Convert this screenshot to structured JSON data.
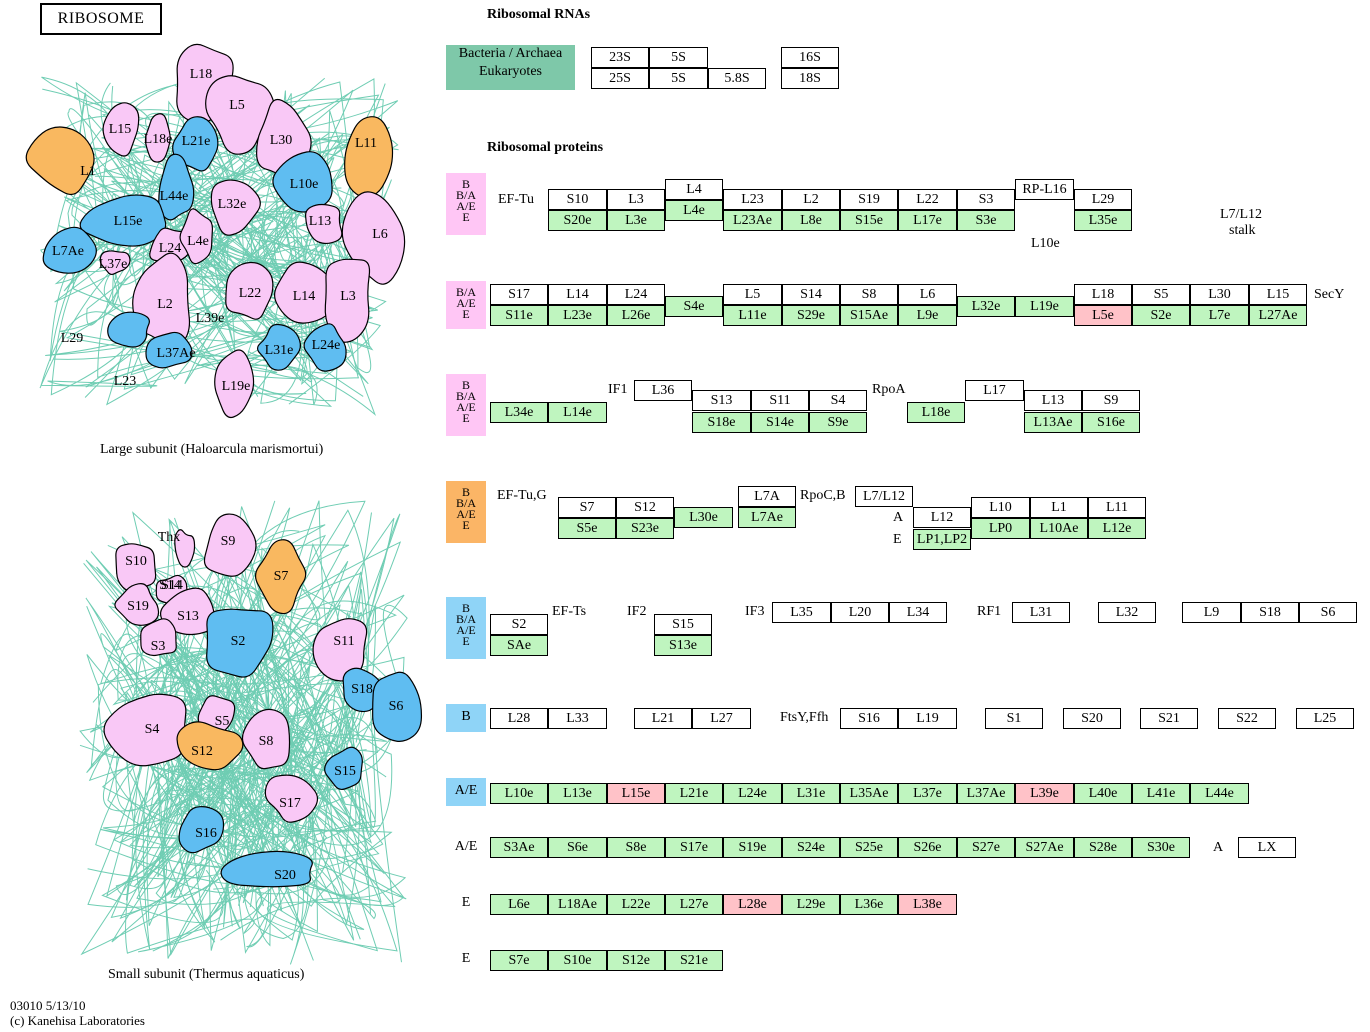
{
  "title": "RIBOSOME",
  "headers": {
    "rnas": "Ribosomal RNAs",
    "proteins": "Ribosomal proteins"
  },
  "rna": {
    "legend_line1": "Bacteria / Archaea",
    "legend_line2": "Eukaryotes",
    "boxes": [
      "23S",
      "5S",
      "16S",
      "25S",
      "5S",
      "5.8S",
      "18S"
    ]
  },
  "diagram": {
    "large_caption": "Large subunit (Haloarcula marismortui)",
    "small_caption": "Small subunit (Thermus aquaticus)",
    "footer_id": "03010 5/13/10",
    "footer_copy": "(c) Kanehisa Laboratories",
    "large_labels": [
      "L18",
      "L5",
      "L15",
      "L18e",
      "L21e",
      "L30",
      "L11",
      "L1",
      "L44e",
      "L32e",
      "L10e",
      "L15e",
      "L13",
      "L7Ae",
      "L37e",
      "L24",
      "L4e",
      "L6",
      "L2",
      "L22",
      "L14",
      "L3",
      "L29",
      "L39e",
      "L31e",
      "L24e",
      "L37Ae",
      "L23",
      "L19e"
    ],
    "small_labels": [
      "S9",
      "Thx",
      "S10",
      "S14",
      "S7",
      "S19",
      "S13",
      "S3",
      "S2",
      "S11",
      "S18",
      "S6",
      "S4",
      "S5",
      "S12",
      "S8",
      "S15",
      "S17",
      "S16",
      "S20"
    ]
  },
  "rowlabels": {
    "r1": [
      "B",
      "B/A",
      "A/E",
      "E"
    ],
    "r2": [
      "B/A",
      "A/E",
      "E"
    ],
    "r3": [
      "B",
      "B/A",
      "A/E",
      "E"
    ],
    "r4": [
      "B",
      "B/A",
      "A/E",
      "E"
    ],
    "r5": [
      "B",
      "B/A",
      "A/E",
      "E"
    ],
    "r6": "B",
    "r7": "A/E",
    "r8": "A/E",
    "r9": "E",
    "r10": "E"
  },
  "texts": [
    "EF-Tu",
    "L10e",
    "L7/L12",
    "stalk",
    "SecY",
    "IF1",
    "RpoA",
    "EF-Tu,G",
    "RpoC,B",
    "A",
    "E",
    "EF-Ts",
    "IF2",
    "IF3",
    "RF1",
    "FtsY,Ffh",
    "A"
  ],
  "proteins": [
    "S10",
    "S20e",
    "L3",
    "L3e",
    "L4",
    "L4e",
    "L23",
    "L23Ae",
    "L2",
    "L8e",
    "S19",
    "S15e",
    "L22",
    "L17e",
    "S3",
    "S3e",
    "RP-L16",
    "L29",
    "L35e",
    "S17",
    "S11e",
    "L14",
    "L23e",
    "L24",
    "L26e",
    "S4e",
    "L5",
    "L11e",
    "S14",
    "S29e",
    "S8",
    "S15Ae",
    "L6",
    "L9e",
    "L32e",
    "L19e",
    "L18",
    "L5e",
    "S5",
    "S2e",
    "L30",
    "L7e",
    "L15",
    "L27Ae",
    "L34e",
    "L14e",
    "L36",
    "S13",
    "S18e",
    "S11",
    "S14e",
    "S4",
    "S9e",
    "L18e",
    "L17",
    "L13",
    "L13Ae",
    "S9",
    "S16e",
    "S7",
    "S5e",
    "S12",
    "S23e",
    "L30e",
    "L7A",
    "L7Ae",
    "L7/L12",
    "L12",
    "LP1,LP2",
    "L10",
    "LP0",
    "L1",
    "L10Ae",
    "L11",
    "L12e",
    "S2",
    "SAe",
    "S15",
    "S13e",
    "L35",
    "L20",
    "L34",
    "L31",
    "L32",
    "L9",
    "S18",
    "S6",
    "L28",
    "L33",
    "L21",
    "L27",
    "S16",
    "L19",
    "S1",
    "S20",
    "S21",
    "S22",
    "L25",
    "L10e",
    "L13e",
    "L15e",
    "L21e",
    "L24e",
    "L31e",
    "L35Ae",
    "L37e",
    "L37Ae",
    "L39e",
    "L40e",
    "L41e",
    "L44e",
    "S3Ae",
    "S6e",
    "S8e",
    "S17e",
    "S19e",
    "S24e",
    "S25e",
    "S26e",
    "S27e",
    "S27Ae",
    "S28e",
    "S30e",
    "LX",
    "L6e",
    "L18Ae",
    "L22e",
    "L27e",
    "L28e",
    "L29e",
    "L36e",
    "L38e",
    "S7e",
    "S10e",
    "S12e",
    "S21e"
  ],
  "colors": {
    "pink_protein": "#f9c8f6",
    "blue_protein": "#5fbdf1",
    "orange_protein": "#f9b860",
    "rna_strand": "#6fcdb3",
    "present": "#bff5bf",
    "missing": "#ffc2c8"
  }
}
